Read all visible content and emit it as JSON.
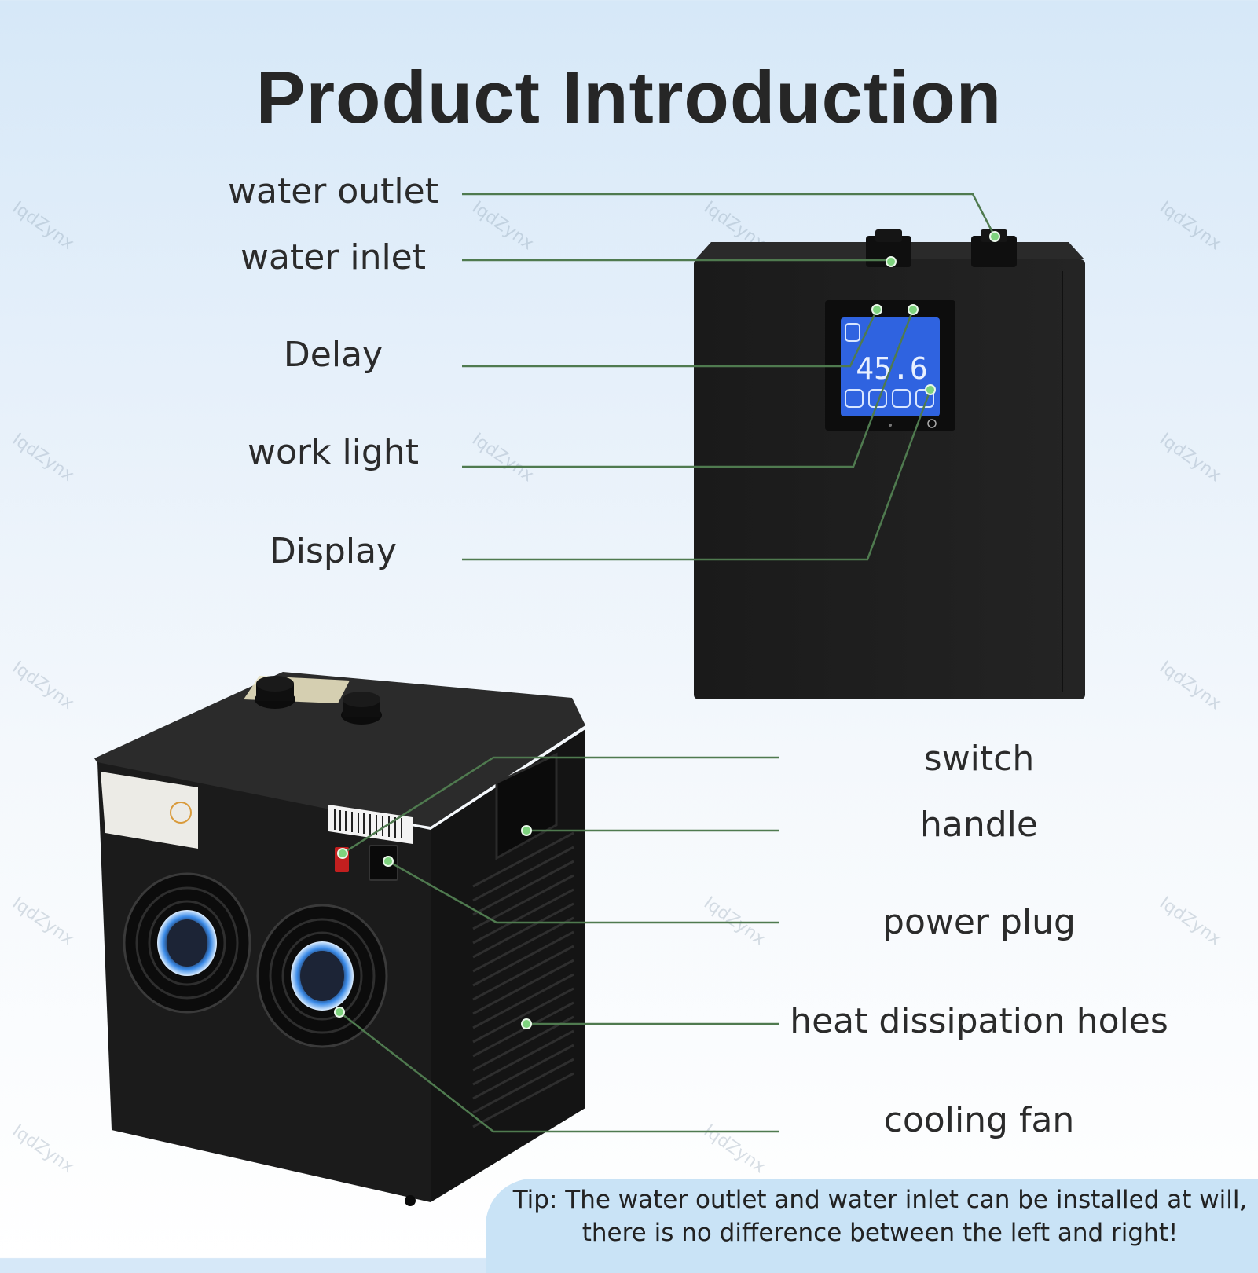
{
  "title": "Product Introduction",
  "top_labels": [
    "water outlet",
    "water inlet",
    "Delay",
    "work light",
    "Display"
  ],
  "bottom_labels": [
    "switch",
    "handle",
    "power plug",
    "heat dissipation holes",
    "cooling fan"
  ],
  "display_reading": "45.6",
  "tip": {
    "line1": "Tip: The water outlet and water inlet can be installed at will,",
    "line2": "there is no difference between the left and right!"
  },
  "watermark": "IqdZynx",
  "colors": {
    "leader_line": "#4f7a4f",
    "dot": "#7ed37e",
    "screen": "#2f63e0",
    "body": "#1c1c1c"
  }
}
